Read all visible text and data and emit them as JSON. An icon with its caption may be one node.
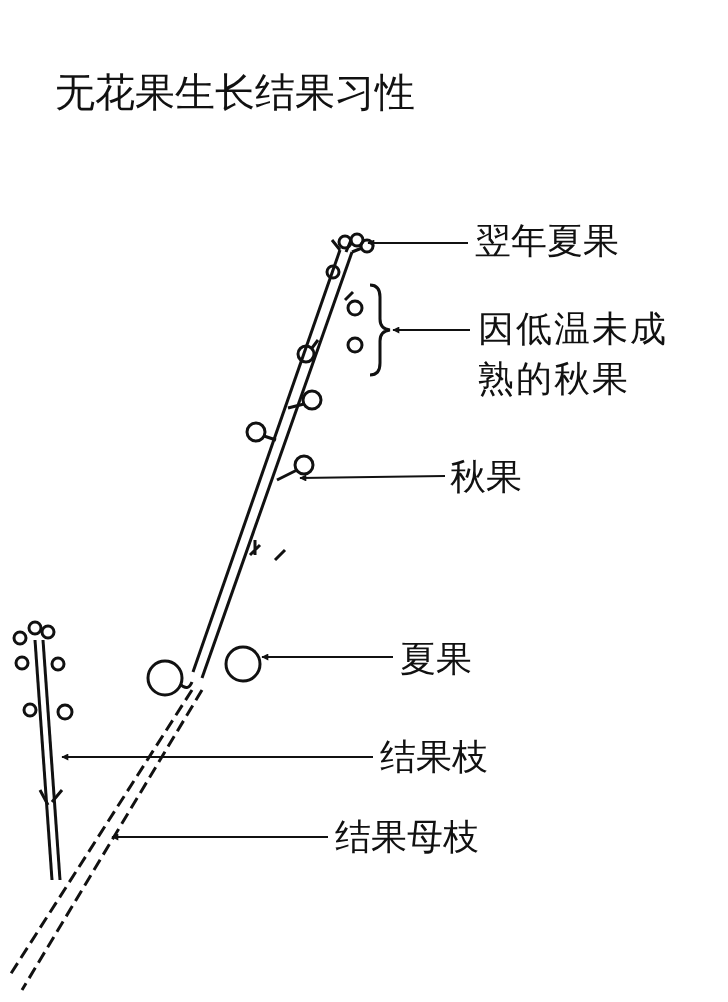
{
  "diagram": {
    "title": "无花果生长结果习性",
    "nodes": [
      {
        "text": [
          "翌年夏果"
        ]
      },
      {
        "text": [
          "因低温未成熟的秋果"
        ]
      },
      {
        "text": [
          "秋果"
        ]
      },
      {
        "text": [
          "夏果"
        ]
      },
      {
        "text": [
          "结果枝"
        ]
      },
      {
        "text": [
          "结果母枝"
        ]
      },
      {
        "text": [],
        "shape": "bracket"
      }
    ],
    "edges": [
      {
        "from": 0,
        "to": null,
        "arrow": "to"
      },
      {
        "from": 1,
        "to": 6,
        "arrow": "to"
      },
      {
        "from": 2,
        "to": null,
        "arrow": "to"
      },
      {
        "from": 3,
        "to": null,
        "arrow": "to"
      },
      {
        "from": 4,
        "to": null,
        "arrow": "to"
      },
      {
        "from": 5,
        "to": null,
        "arrow": "to"
      }
    ]
  }
}
